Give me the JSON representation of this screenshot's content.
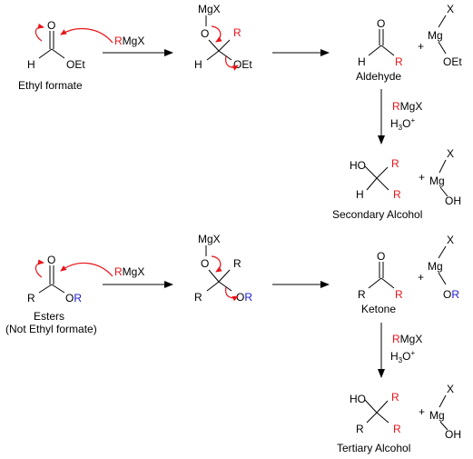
{
  "atoms": {
    "O": "O",
    "H": "H",
    "OEt": "OEt",
    "R": "R",
    "MgX": "MgX",
    "Mg": "Mg",
    "X": "X",
    "HO": "HO",
    "OH": "OH",
    "OR_O": "O",
    "OR_R": "R",
    "plus": "+",
    "rmgx_R": "R",
    "rmgx_rest": "MgX",
    "h3o_H": "H",
    "h3o_3": "3",
    "h3o_O": "O",
    "h3o_plus": "+"
  },
  "labels": {
    "ethyl_formate": "Ethyl formate",
    "aldehyde": "Aldehyde",
    "secondary_alcohol": "Secondary Alcohol",
    "esters": "Esters",
    "not_ethyl_formate": "(Not Ethyl formate)",
    "ketone": "Ketone",
    "tertiary_alcohol": "Tertiary Alcohol"
  },
  "colors": {
    "reagent_r": "#e8141a",
    "ester_r": "#1b1bd6",
    "curly_arrow": "#e8141a",
    "bond": "#000000"
  }
}
